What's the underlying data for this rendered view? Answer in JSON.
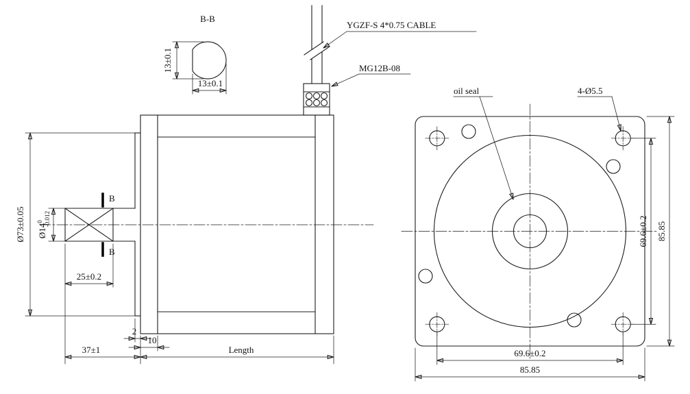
{
  "drawing": {
    "labels": {
      "section_view": "B-B",
      "section_dim_vertical": "13±0.1",
      "section_dim_horizontal": "13±0.1",
      "cable": "YGZF-S 4*0.75 CABLE",
      "connector": "MG12B-08",
      "oil_seal": "oil seal",
      "mount_holes": "4-Ø5.5",
      "body_diameter": "Ø73±0.05",
      "shaft_diameter": "Ø14",
      "shaft_tol_upper": "0",
      "shaft_tol_lower": "-0.012",
      "flat_length": "25±0.2",
      "boss_height": "2",
      "flange_thickness": "10",
      "shaft_length": "37±1",
      "body_length": "Length",
      "section_mark": "B",
      "hole_pitch_vertical": "69.6±0.2",
      "flange_size_vertical": "85.85",
      "hole_pitch_horizontal": "69.6±0.2",
      "flange_size_horizontal": "85.85"
    }
  }
}
